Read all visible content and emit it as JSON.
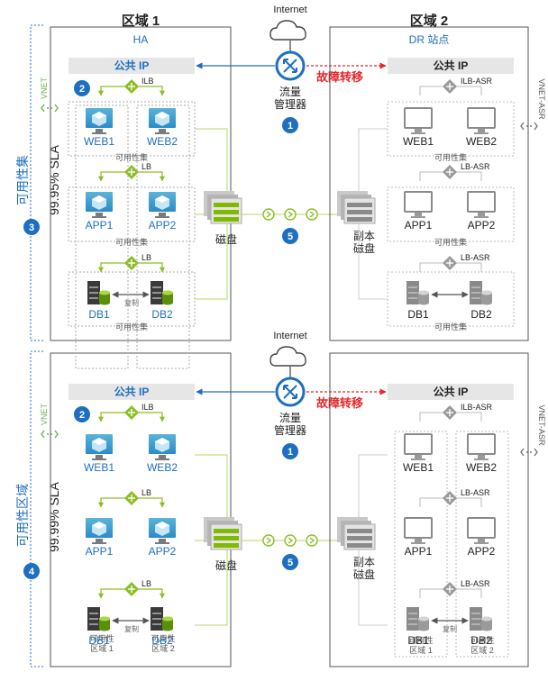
{
  "colors": {
    "blue": "#1e6fc0",
    "red": "#e8262b",
    "green": "#8cbe23",
    "gray_box": "#e6e6e6",
    "dark": "#222222"
  },
  "top": {
    "internet": "Internet",
    "traffic_manager": [
      "流量",
      "管理器"
    ],
    "failover": "故障转移",
    "disk": "磁盘",
    "replica_disk": [
      "副本",
      "磁盘"
    ],
    "badge_traffic": "1",
    "badge_disk": "5",
    "left_label_set": "可用性集",
    "left_badge": "3",
    "sla": "99.95% SLA",
    "region1": {
      "title": "区域 1",
      "subtitle": "HA",
      "vnet": "VNET",
      "public_ip": "公共 IP",
      "badge": "2",
      "ilb": "ILB",
      "lb": "LB",
      "lb2": "LB",
      "web": [
        "WEB1",
        "WEB2"
      ],
      "app": [
        "APP1",
        "APP2"
      ],
      "db": [
        "DB1",
        "DB2"
      ],
      "replication": "复制",
      "avset": "可用性集"
    },
    "region2": {
      "title": "区域 2",
      "subtitle": "DR 站点",
      "vnet": "VNET-ASR",
      "public_ip": "公共 IP",
      "ilb": "ILB-ASR",
      "lb": "LB-ASR",
      "lb2": "LB-ASR",
      "web": [
        "WEB1",
        "WEB2"
      ],
      "app": [
        "APP1",
        "APP2"
      ],
      "db": [
        "DB1",
        "DB2"
      ],
      "avset": "可用性集"
    }
  },
  "bottom": {
    "internet": "Internet",
    "traffic_manager": [
      "流量",
      "管理器"
    ],
    "failover": "故障转移",
    "disk": "磁盘",
    "replica_disk": [
      "副本",
      "磁盘"
    ],
    "badge_traffic": "1",
    "badge_disk": "5",
    "left_label_zone": "可用性区域",
    "left_badge": "4",
    "sla": "99.99% SLA",
    "region1": {
      "vnet": "VNET",
      "public_ip": "公共 IP",
      "badge": "2",
      "ilb": "ILB",
      "lb": "LB",
      "web": [
        "WEB1",
        "WEB2"
      ],
      "app": [
        "APP1",
        "APP2"
      ],
      "db": [
        "DB1",
        "DB2"
      ],
      "replication": "复制",
      "zone1": [
        "可用性",
        "区域 1"
      ],
      "zone2": [
        "可用性",
        "区域 2"
      ]
    },
    "region2": {
      "vnet": "VNET-ASR",
      "public_ip": "公共 IP",
      "ilb": "ILB-ASR",
      "lb": "LB-ASR",
      "lb2": "LB-ASR",
      "web": [
        "WEB1",
        "WEB2"
      ],
      "app": [
        "APP1",
        "APP2"
      ],
      "db": [
        "DB1",
        "DB2"
      ],
      "replication": "复制",
      "zone1": [
        "可用性",
        "区域 1"
      ],
      "zone2": [
        "可用性",
        "区域 2"
      ]
    }
  }
}
